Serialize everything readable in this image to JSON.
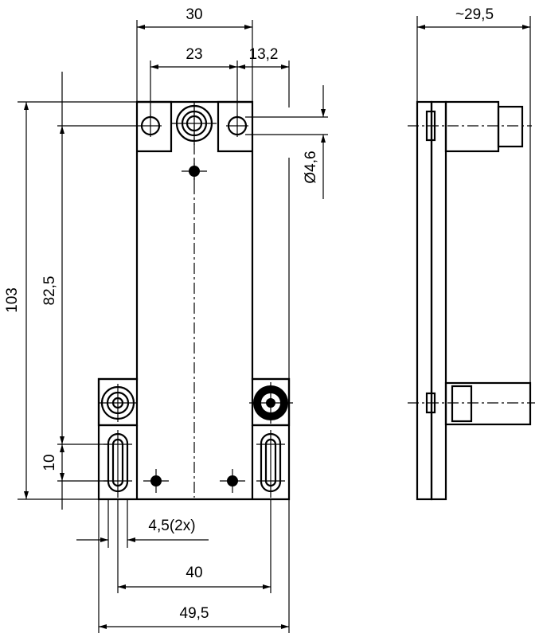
{
  "dimensions": {
    "top_width": "30",
    "hole_spacing": "23",
    "offset": "13,2",
    "hole_diameter": "Ø4,6",
    "total_height": "103",
    "slot_height": "82,5",
    "slot_length": "10",
    "slot_width": "4,5(2x)",
    "slot_spacing": "40",
    "base_width": "49,5",
    "depth": "~29,5"
  }
}
